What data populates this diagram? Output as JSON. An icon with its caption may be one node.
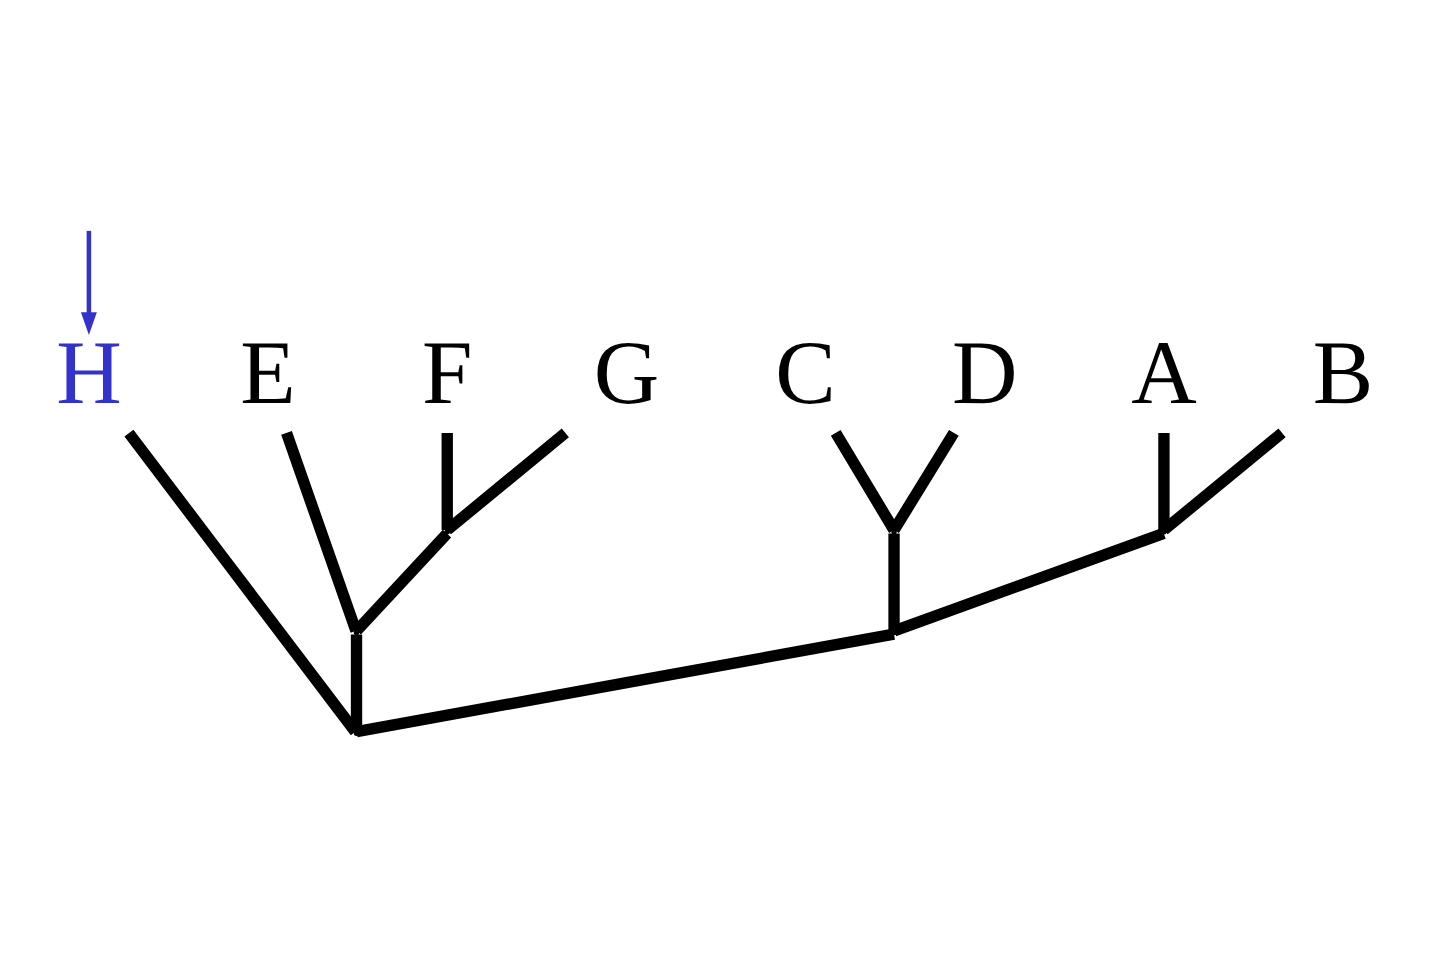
{
  "diagram": {
    "nodes": [
      {
        "text": [
          "A"
        ]
      },
      {
        "text": [
          "B"
        ]
      },
      {
        "text": [
          "C"
        ]
      },
      {
        "text": [
          "D"
        ]
      },
      {
        "text": [
          "H"
        ]
      },
      {
        "text": [
          "E"
        ]
      },
      {
        "text": [
          "F"
        ]
      },
      {
        "text": [
          "G"
        ]
      },
      {
        "text": [],
        "shape": "point"
      },
      {
        "text": [],
        "shape": "point"
      },
      {
        "text": [],
        "shape": "point"
      },
      {
        "text": [],
        "shape": "point"
      },
      {
        "text": [],
        "shape": "point"
      },
      {
        "text": [],
        "shape": "point"
      }
    ],
    "edges": [
      {
        "from": 13,
        "to": 12,
        "arrow": "none"
      },
      {
        "from": 13,
        "to": 4,
        "arrow": "none"
      },
      {
        "from": 13,
        "to": 11,
        "arrow": "none"
      },
      {
        "from": 12,
        "to": 10,
        "arrow": "none"
      },
      {
        "from": 12,
        "to": 9,
        "arrow": "none"
      },
      {
        "from": 10,
        "to": 0,
        "arrow": "none"
      },
      {
        "from": 10,
        "to": 1,
        "arrow": "none"
      },
      {
        "from": 9,
        "to": 2,
        "arrow": "none"
      },
      {
        "from": 9,
        "to": 3,
        "arrow": "none"
      },
      {
        "from": 11,
        "to": 5,
        "arrow": "none"
      },
      {
        "from": 11,
        "to": 8,
        "arrow": "none"
      },
      {
        "from": 8,
        "to": 6,
        "arrow": "none"
      },
      {
        "from": 8,
        "to": 7,
        "arrow": "none"
      },
      {
        "from": null,
        "to": 4,
        "arrow": "to",
        "color": "#3333cc"
      }
    ]
  }
}
